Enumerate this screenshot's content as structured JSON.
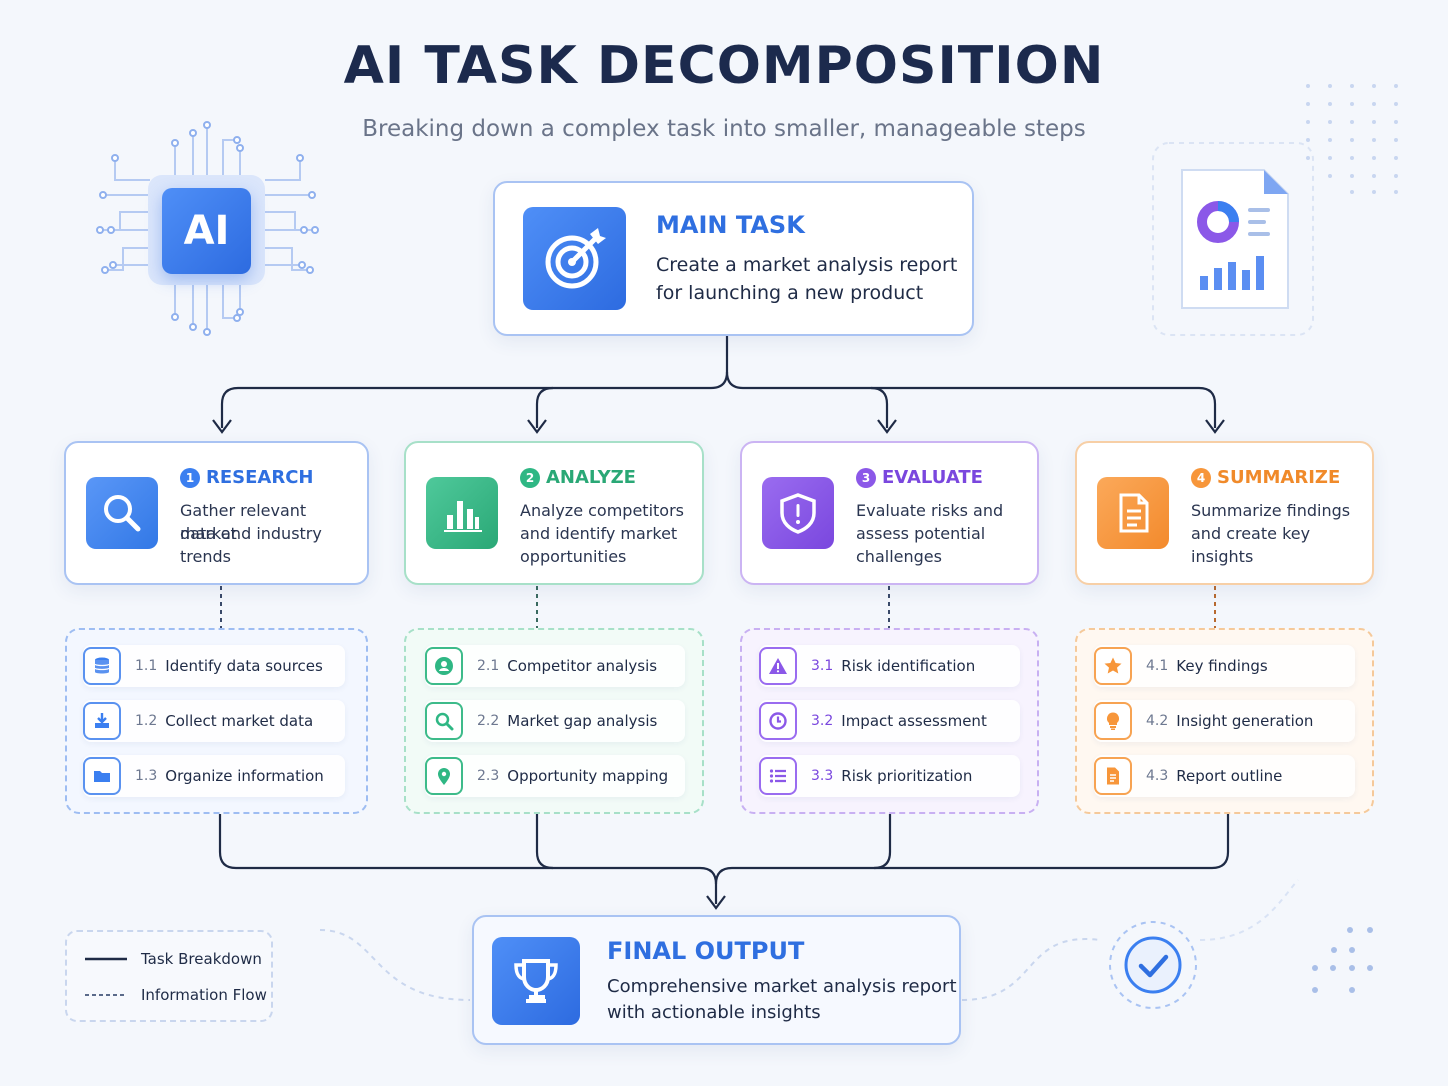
{
  "header": {
    "title": "AI TASK DECOMPOSITION",
    "subtitle": "Breaking down a complex task into smaller, manageable steps"
  },
  "ai_chip_label": "AI",
  "main_task": {
    "heading": "MAIN TASK",
    "line1": "Create a market analysis report",
    "line2": "for launching a new product",
    "icon": "target-icon"
  },
  "categories": [
    {
      "number": "1",
      "title": "RESEARCH",
      "color": "#3b7ff0",
      "desc": [
        "Gather relevant market",
        "data and industry",
        "trends"
      ],
      "icon": "search-icon",
      "subtasks": [
        {
          "num": "1.1",
          "label": "Identify data sources",
          "icon": "database-icon"
        },
        {
          "num": "1.2",
          "label": "Collect market data",
          "icon": "download-icon"
        },
        {
          "num": "1.3",
          "label": "Organize information",
          "icon": "folder-icon"
        }
      ]
    },
    {
      "number": "2",
      "title": "ANALYZE",
      "color": "#2fb784",
      "desc": [
        "Analyze competitors",
        "and identify market",
        "opportunities"
      ],
      "icon": "bar-chart-icon",
      "subtasks": [
        {
          "num": "2.1",
          "label": "Competitor analysis",
          "icon": "user-circle-icon"
        },
        {
          "num": "2.2",
          "label": "Market gap analysis",
          "icon": "search-icon"
        },
        {
          "num": "2.3",
          "label": "Opportunity mapping",
          "icon": "map-pin-icon"
        }
      ]
    },
    {
      "number": "3",
      "title": "EVALUATE",
      "color": "#8b58e8",
      "desc": [
        "Evaluate risks and",
        "assess potential",
        "challenges"
      ],
      "icon": "shield-alert-icon",
      "subtasks": [
        {
          "num": "3.1",
          "label": "Risk identification",
          "icon": "warning-icon"
        },
        {
          "num": "3.2",
          "label": "Impact assessment",
          "icon": "clock-icon"
        },
        {
          "num": "3.3",
          "label": "Risk prioritization",
          "icon": "list-icon"
        }
      ]
    },
    {
      "number": "4",
      "title": "SUMMARIZE",
      "color": "#f7963a",
      "desc": [
        "Summarize findings",
        "and create key",
        "insights"
      ],
      "icon": "document-icon",
      "subtasks": [
        {
          "num": "4.1",
          "label": "Key findings",
          "icon": "star-icon"
        },
        {
          "num": "4.2",
          "label": "Insight generation",
          "icon": "lightbulb-icon"
        },
        {
          "num": "4.3",
          "label": "Report outline",
          "icon": "file-icon"
        }
      ]
    }
  ],
  "final_output": {
    "heading": "FINAL OUTPUT",
    "line1": "Comprehensive market analysis report",
    "line2": "with actionable insights",
    "icon": "trophy-icon"
  },
  "legend": {
    "solid": "Task Breakdown",
    "dashed": "Information Flow"
  },
  "colors": {
    "primary": "#2f6fe0",
    "dark": "#1c2a4d"
  }
}
